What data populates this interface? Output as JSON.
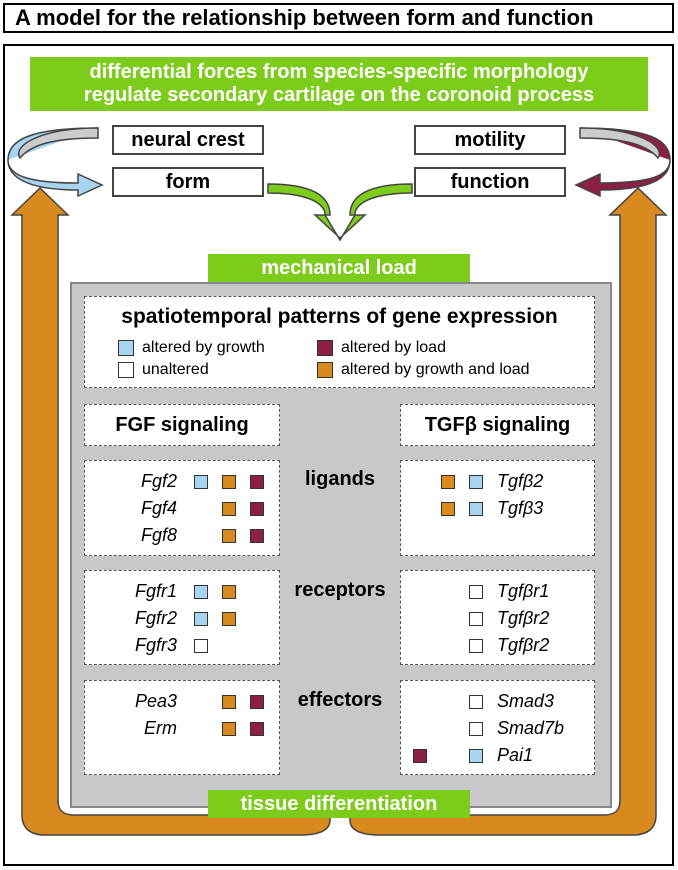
{
  "title": "A model for the relationship between form and function",
  "header": {
    "line1": "differential forces from species-specific morphology",
    "line2": "regulate secondary cartilage on the coronoid process"
  },
  "boxes": {
    "neural_crest": "neural crest",
    "form": "form",
    "motility": "motility",
    "function": "function"
  },
  "mechanical_load": "mechanical load",
  "tissue_differentiation": "tissue differentiation",
  "legend": {
    "title": "spatiotemporal patterns of gene expression",
    "growth": "altered by growth",
    "unaltered": "unaltered",
    "load": "altered by load",
    "both": "altered by growth and load"
  },
  "colors": {
    "green": "#7dcc1c",
    "growth": "#a8d4f0",
    "load": "#8b1f44",
    "both": "#d98a1f",
    "unaltered": "#ffffff"
  },
  "fgf": {
    "title": "FGF signaling",
    "ligands": [
      "Fgf2",
      "Fgf4",
      "Fgf8"
    ],
    "receptors": [
      "Fgfr1",
      "Fgfr2",
      "Fgfr3"
    ],
    "effectors": [
      "Pea3",
      "Erm"
    ]
  },
  "tgfb": {
    "title": "TGFβ signaling",
    "ligands": [
      "Tgfβ2",
      "Tgfβ3"
    ],
    "receptors": [
      "Tgfβr1",
      "Tgfβr2",
      "Tgfβr2"
    ],
    "effectors": [
      "Smad3",
      "Smad7b",
      "Pai1"
    ]
  },
  "stages": {
    "ligands": "ligands",
    "receptors": "receptors",
    "effectors": "effectors"
  }
}
